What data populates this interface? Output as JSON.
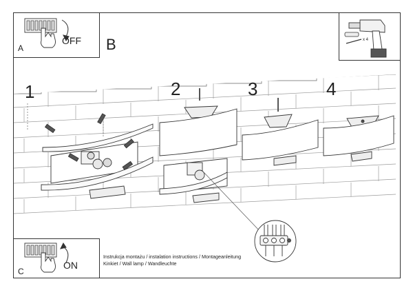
{
  "panels": {
    "a": {
      "letter": "A",
      "state": "OFF"
    },
    "c": {
      "letter": "C",
      "state": "ON"
    },
    "b": {
      "letter": "B"
    },
    "tool": {
      "quantity": "x 4"
    }
  },
  "steps": [
    "1",
    "2",
    "3",
    "4"
  ],
  "caption": {
    "line1": "Instrukcja montażu / instalation instructions / Montageanleitung",
    "line2": "Kinkiet / Wall lamp / Wandleuchte"
  },
  "icons": [
    "circuit-breaker-icon",
    "hand-icon",
    "rotate-arrow-icon",
    "drill-icon",
    "screw-icon",
    "wall-plug-icon",
    "connector-block-icon"
  ]
}
